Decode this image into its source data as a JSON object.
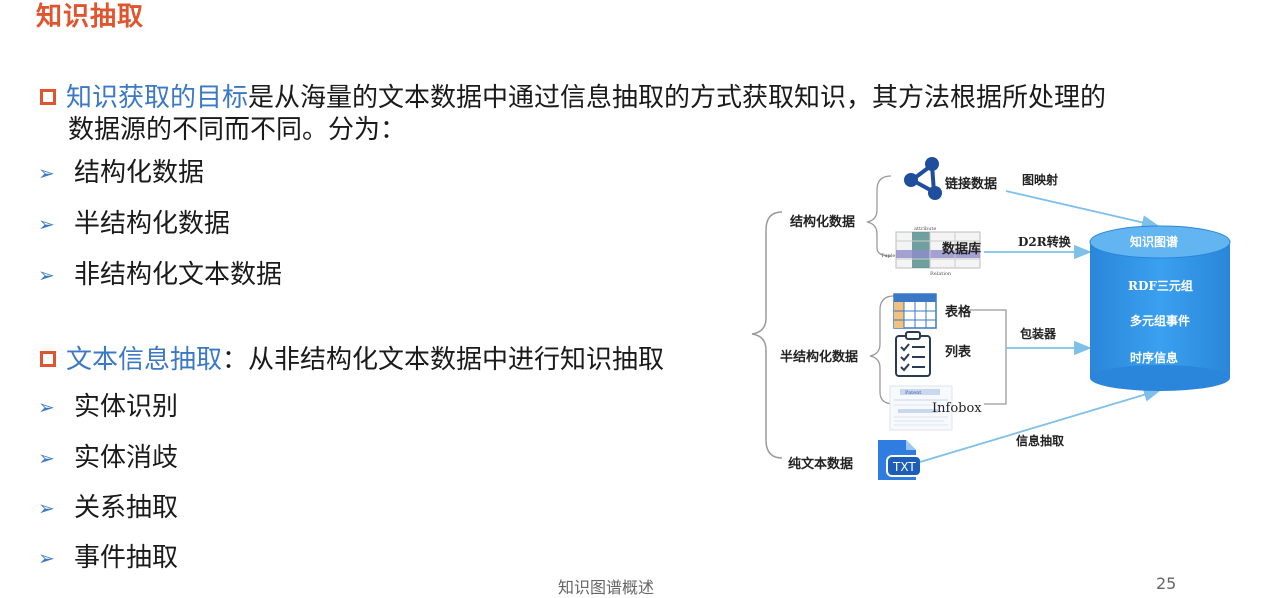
{
  "slide": {
    "title": "知识抽取",
    "section1": {
      "highlight": "知识获取的目标",
      "text_line1": "是从海量的文本数据中通过信息抽取的方式获取知识，其方法根据所处理的",
      "text_line2": "数据源的不同而不同。分为："
    },
    "list1": [
      "结构化数据",
      "半结构化数据",
      "非结构化文本数据"
    ],
    "section2": {
      "highlight": "文本信息抽取",
      "text": "：从非结构化文本数据中进行知识抽取"
    },
    "list2": [
      "实体识别",
      "实体消歧",
      "关系抽取",
      "事件抽取"
    ],
    "footer_text": "知识图谱概述",
    "page_number": "25"
  },
  "diagram": {
    "categories": {
      "structured": "结构化数据",
      "semi_structured": "半结构化数据",
      "plain_text": "纯文本数据"
    },
    "sources": {
      "linked_data": "链接数据",
      "database": "数据库",
      "table": "表格",
      "list": "列表",
      "infobox": "Infobox"
    },
    "db_thumb": {
      "attribute": "attribute",
      "tuple": "Tuple",
      "relation": "Relation"
    },
    "infobox_thumb": {
      "header": "Patent"
    },
    "txt_label": "TXT",
    "methods": {
      "graph_mapping": "图映射",
      "d2r": "D2R转换",
      "wrapper": "包装器",
      "info_extraction": "信息抽取"
    },
    "kg": {
      "title": "知识图谱",
      "items": [
        "RDF三元组",
        "多元组事件",
        "时序信息"
      ]
    },
    "colors": {
      "accent_orange": "#e0542e",
      "accent_blue": "#3b78c6",
      "cylinder": "#2f93e8",
      "arrow": "#7ec0ea"
    }
  }
}
